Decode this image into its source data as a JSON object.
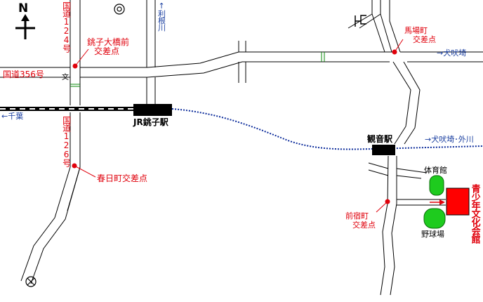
{
  "compass": {
    "letter": "N"
  },
  "routes": {
    "national_124": "国道124号",
    "national_356": "国道356号",
    "national_126": "国道126号"
  },
  "intersections": {
    "choshi_ohashi": [
      "銚子大橋前",
      "交差点"
    ],
    "babacho": [
      "馬場町",
      "交差点"
    ],
    "kasugacho": "春日町交差点",
    "maejukucho": [
      "前宿町",
      "交差点"
    ]
  },
  "directions": {
    "tone_river": "↑利根川",
    "inubozaki": "→犬吠埼",
    "inubozaki_tokawa": "→犬吠埼･外川",
    "chiba": "←千葉"
  },
  "stations": {
    "jr_choshi": "JR銚子駅",
    "kannon": "観音駅"
  },
  "facilities": {
    "gymnasium": "体育館",
    "baseball_field": "野球場",
    "youth_culture_hall": "青少年文化会館"
  },
  "school_symbol": "文",
  "colors": {
    "accent_red": "#e0000b",
    "label_blue": "#1a3fa0",
    "green_facility": "#1ecb1e",
    "hall_red": "#ff0000",
    "railway_blue": "#0a2a9a"
  }
}
